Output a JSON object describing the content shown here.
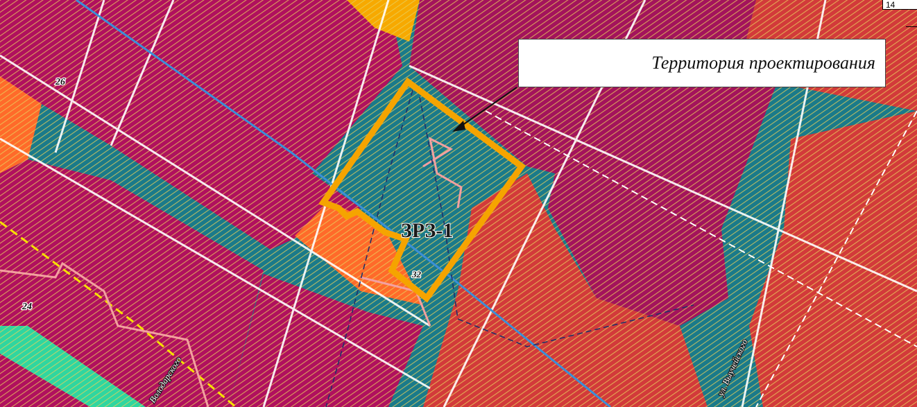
{
  "callout": {
    "text": "Территория проектирования"
  },
  "zone_label": "ЗРЗ-1",
  "block_numbers": [
    "26",
    "24",
    "32"
  ],
  "street_labels": [
    "Володарского",
    "ул. Выучейского"
  ],
  "page_number": "14",
  "colors": {
    "residential_zone": "#b0105e",
    "business_zone": "#d23a3a",
    "mixed_zone": "#a3135c",
    "road_band": "#1a7a8a",
    "project_boundary": "#f5a400",
    "hatch": "#e8d05a",
    "blue_line": "#3a8fd8",
    "yellow_dashed_line": "#f7e000",
    "parcel_outline": "#f3a0a0",
    "green_zone": "#2fd6a0",
    "orange_zone": "#ff6a2a"
  },
  "icons": [
    "arrow-icon"
  ]
}
